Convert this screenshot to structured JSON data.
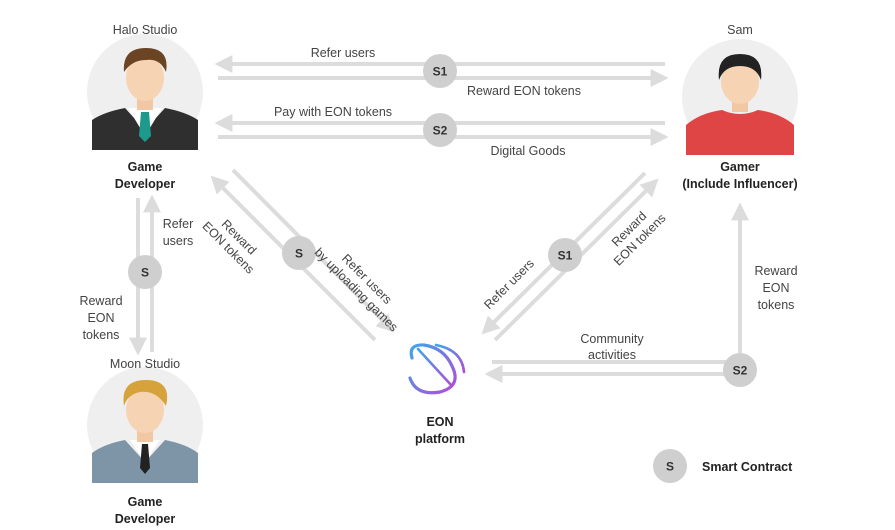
{
  "actors": {
    "halo": {
      "name": "Halo Studio",
      "role_line1": "Game",
      "role_line2": "Developer"
    },
    "sam": {
      "name": "Sam",
      "role_line1": "Gamer",
      "role_line2": "(Include Influencer)"
    },
    "moon": {
      "name": "Moon Studio",
      "role_line1": "Game",
      "role_line2": "Developer"
    },
    "eon": {
      "line1": "EON",
      "line2": "platform"
    }
  },
  "flows": {
    "top_s1": {
      "badge": "S1",
      "label_above": "Refer users",
      "label_below": "Reward EON tokens"
    },
    "top_s2": {
      "badge": "S2",
      "label_above": "Pay with EON tokens",
      "label_below": "Digital Goods"
    },
    "left": {
      "badge": "S",
      "right_l1": "Refer",
      "right_l2": "users",
      "left_l1": "Reward",
      "left_l2": "EON",
      "left_l3": "tokens"
    },
    "diag_left": {
      "badge": "S",
      "outer_l1": "Reward",
      "outer_l2": "EON tokens",
      "inner_l1": "Refer users",
      "inner_l2": "by uploading games"
    },
    "diag_right": {
      "badge": "S1",
      "outer_l1": "Reward",
      "outer_l2": "EON tokens",
      "inner_l1": "Refer users"
    },
    "right": {
      "badge": "S2",
      "l1": "Reward",
      "l2": "EON",
      "l3": "tokens"
    },
    "community": {
      "l1": "Community",
      "l2": "activities"
    }
  },
  "legend": {
    "badge": "S",
    "label": "Smart Contract"
  },
  "colors": {
    "arrow": "#dcdcdc",
    "badge": "#cfcfcf",
    "avatar_bg": "#efefef",
    "sam_shirt": "#e04545",
    "eon_start": "#3fa6e8",
    "eon_end": "#b04bd8"
  }
}
